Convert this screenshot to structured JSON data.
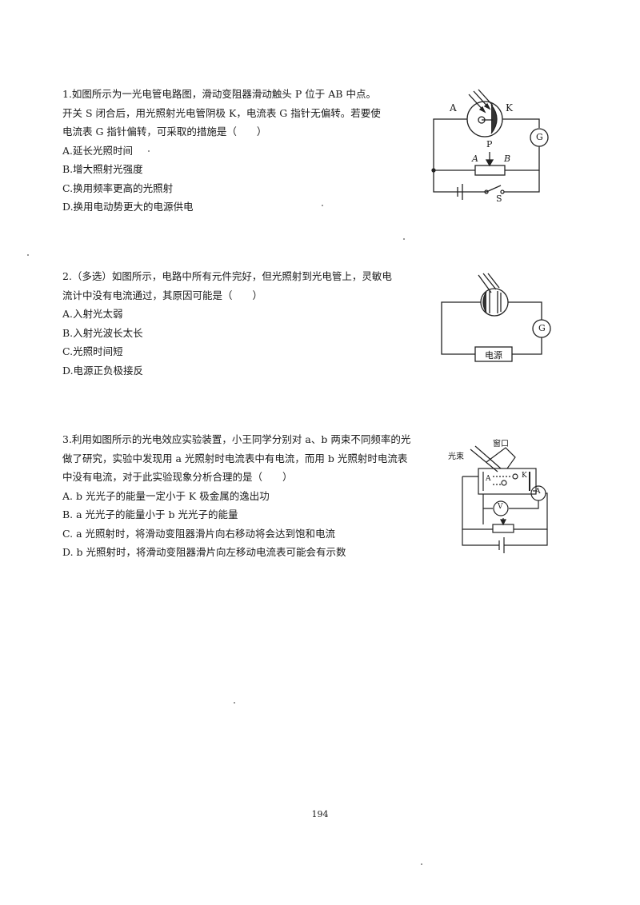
{
  "questions": [
    {
      "stem_lines": [
        "1.如图所示为一光电管电路图，滑动变阻器滑动触头 P 位于 AB 中点。",
        "开关 S 闭合后，用光照射光电管阴极 K，电流表 G 指针无偏转。若要使",
        "电流表 G 指针偏转，可采取的措施是（　　）"
      ],
      "options": [
        "A.延长光照时间",
        "B.增大照射光强度",
        "C.换用频率更高的光照射",
        "D.换用电动势更大的电源供电"
      ],
      "diagram": {
        "labels": {
          "anode": "A",
          "cathode": "K",
          "meter": "G",
          "slider": "P",
          "res_a": "A",
          "res_b": "B",
          "switch": "S"
        }
      }
    },
    {
      "stem_lines": [
        "2.（多选）如图所示，电路中所有元件完好，但光照射到光电管上，灵敏电",
        "流计中没有电流通过，其原因可能是（　　）"
      ],
      "options": [
        "A.入射光太弱",
        "B.入射光波长太长",
        "C.光照时间短",
        "D.电源正负极接反"
      ],
      "diagram": {
        "labels": {
          "meter": "G",
          "source": "电源"
        }
      }
    },
    {
      "stem_lines": [
        "3.利用如图所示的光电效应实验装置，小王同学分别对 a、b 两束不同频率的光",
        "做了研究，实验中发现用 a 光照射时电流表中有电流，而用 b 光照射时电流表",
        "中没有电流，对于此实验现象分析合理的是（　　）"
      ],
      "options": [
        "A. b 光光子的能量一定小于 K 极金属的逸出功",
        "B. a 光光子的能量小于 b 光光子的能量",
        "C. a 光照射时，将滑动变阻器滑片向右移动将会达到饱和电流",
        "D. b 光照射时，将滑动变阻器滑片向左移动电流表可能会有示数"
      ],
      "diagram": {
        "labels": {
          "beam": "光束",
          "window": "窗口",
          "anode": "A",
          "cathode": "K",
          "ammeter": "A",
          "voltmeter": "V"
        }
      }
    }
  ],
  "page_number": "194"
}
